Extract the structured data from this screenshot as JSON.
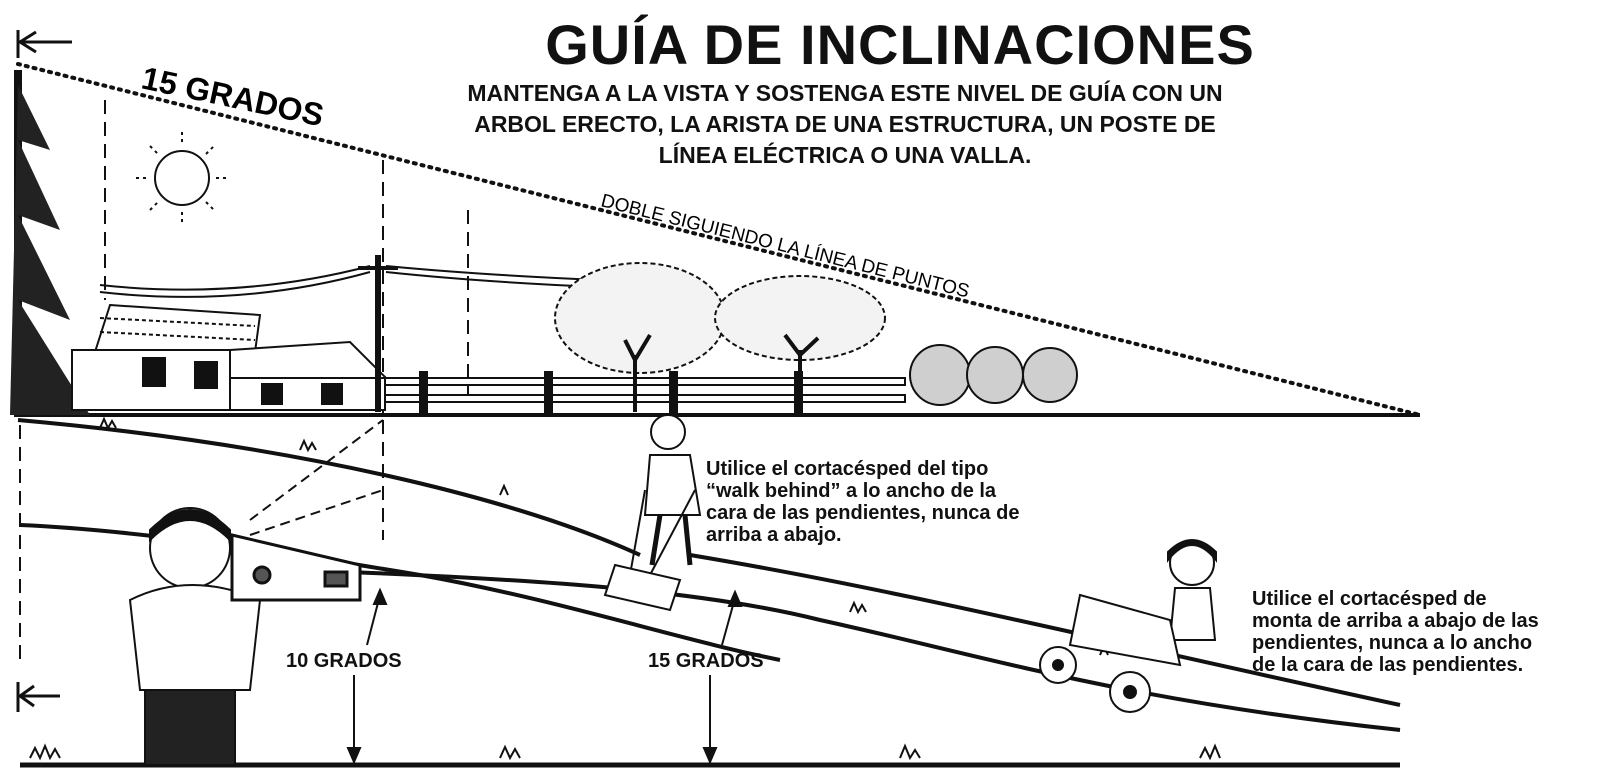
{
  "title": "GUÍA DE INCLINACIONES",
  "subtitle": "MANTENGA A LA VISTA Y SOSTENGA ESTE NIVEL DE GUÍA CON UN\nARBOL ERECTO, LA ARISTA DE UNA ESTRUCTURA, UN POSTE DE\nLÍNEA ELÉCTRICA O UNA VALLA.",
  "angle_top_label": "15 GRADOS",
  "fold_instruction": "DOBLE SIGUIENDO LA LÍNEA DE PUNTOS",
  "walk_behind_caption": "Utilice el cortacésped del tipo\n“walk behind” a lo ancho de la\ncara de las pendientes, nunca de\narriba a abajo.",
  "riding_caption": "Utilice el cortacésped de\nmonta de arriba a abajo de las\npendientes, nunca a lo ancho\nde la cara de las pendientes.",
  "slope_labels": {
    "ten": "10 GRADOS",
    "fifteen": "15 GRADOS"
  },
  "style": {
    "ink": "#111111",
    "paper": "#ffffff",
    "grass": "#1a1a1a"
  }
}
